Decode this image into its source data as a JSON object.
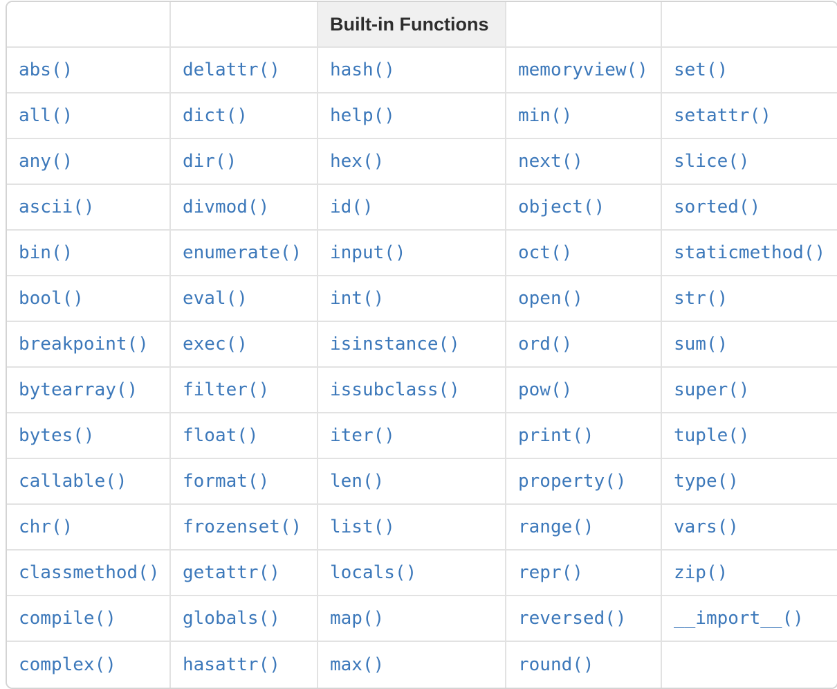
{
  "header": {
    "title": "Built-in Functions",
    "highlight_column_index": 2
  },
  "colors": {
    "link_blue": "#3c78ba",
    "header_bg": "#f0f0f0",
    "header_text": "#2d2d2d",
    "outer_border": "#d4d4d4",
    "inner_border": "#e2e2e2"
  },
  "rows": [
    [
      "abs()",
      "delattr()",
      "hash()",
      "memoryview()",
      "set()"
    ],
    [
      "all()",
      "dict()",
      "help()",
      "min()",
      "setattr()"
    ],
    [
      "any()",
      "dir()",
      "hex()",
      "next()",
      "slice()"
    ],
    [
      "ascii()",
      "divmod()",
      "id()",
      "object()",
      "sorted()"
    ],
    [
      "bin()",
      "enumerate()",
      "input()",
      "oct()",
      "staticmethod()"
    ],
    [
      "bool()",
      "eval()",
      "int()",
      "open()",
      "str()"
    ],
    [
      "breakpoint()",
      "exec()",
      "isinstance()",
      "ord()",
      "sum()"
    ],
    [
      "bytearray()",
      "filter()",
      "issubclass()",
      "pow()",
      "super()"
    ],
    [
      "bytes()",
      "float()",
      "iter()",
      "print()",
      "tuple()"
    ],
    [
      "callable()",
      "format()",
      "len()",
      "property()",
      "type()"
    ],
    [
      "chr()",
      "frozenset()",
      "list()",
      "range()",
      "vars()"
    ],
    [
      "classmethod()",
      "getattr()",
      "locals()",
      "repr()",
      "zip()"
    ],
    [
      "compile()",
      "globals()",
      "map()",
      "reversed()",
      "__import__()"
    ],
    [
      "complex()",
      "hasattr()",
      "max()",
      "round()",
      ""
    ]
  ]
}
